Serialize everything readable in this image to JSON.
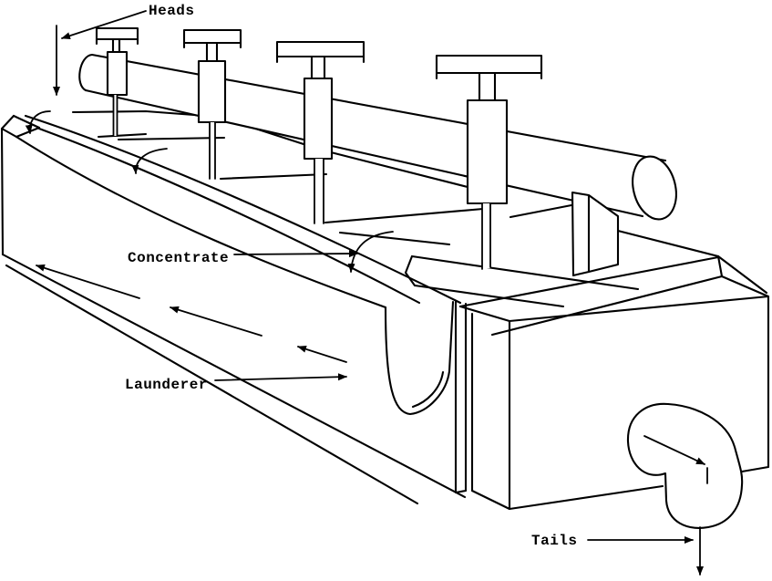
{
  "diagram": {
    "labels": {
      "heads": "Heads",
      "concentrate": "Concentrate",
      "launderer": "Launderer",
      "tails": "Tails"
    },
    "colors": {
      "ink": "#000000",
      "paper": "#ffffff"
    }
  }
}
